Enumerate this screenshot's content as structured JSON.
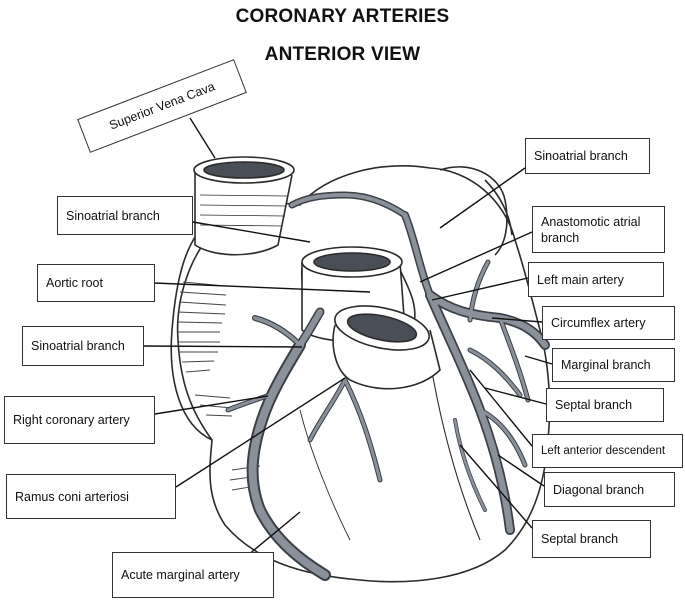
{
  "title": {
    "line1": "CORONARY ARTERIES",
    "line2": "ANTERIOR VIEW"
  },
  "labels": {
    "superior_vena_cava": "Superior Vena Cava",
    "sinoatrial_branch_top_right": "Sinoatrial branch",
    "sinoatrial_branch_upper_left": "Sinoatrial branch",
    "anastomotic_atrial_branch": "Anastomotic atrial branch",
    "aortic_root": "Aortic root",
    "left_main_artery": "Left main artery",
    "circumflex_artery": "Circumflex artery",
    "sinoatrial_branch_mid_left": "Sinoatrial branch",
    "marginal_branch": "Marginal branch",
    "right_coronary_artery": "Right coronary artery",
    "septal_branch_upper": "Septal branch",
    "left_anterior_descendent": "Left anterior descendent",
    "ramus_coni_arteriosi": "Ramus coni arteriosi",
    "diagonal_branch": "Diagonal branch",
    "septal_branch_lower": "Septal branch",
    "acute_marginal_artery": "Acute marginal artery"
  },
  "colors": {
    "artery_fill": "#8a919a",
    "artery_stroke": "#3c4147",
    "outline": "#2b2b2b",
    "vessel_lumen": "#4a4f57"
  }
}
